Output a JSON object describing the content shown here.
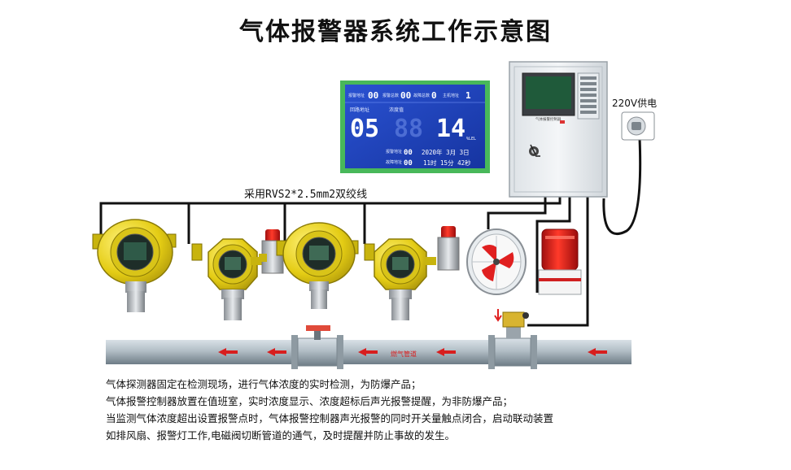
{
  "title": "气体报警器系统工作示意图",
  "cable_label": "采用RVS2*2.5mm2双绞线",
  "power_label": "220V供电",
  "lcd": {
    "top_labels": [
      "报警地址",
      "报警总数",
      "故障总数",
      "主机地址"
    ],
    "top_values": [
      "00",
      "00",
      "0",
      "1"
    ],
    "addr_label": "回路地址",
    "conc_label": "浓度值",
    "big_addr": "05",
    "big_conc": "14",
    "unit": "%LEL",
    "row1_label": "报警地址",
    "row1_addr": "00",
    "row1_date": "2020年 3月 3日",
    "row2_label": "故障地址",
    "row2_addr": "00",
    "row2_time": "11时 15分 42秒"
  },
  "cabinet_label": "气体报警控制器",
  "pipe_label": "燃气管道",
  "description": [
    "气体探测器固定在检测现场，进行气体浓度的实时检测，为防爆产品；",
    "气体报警控制器放置在值班室，实时浓度显示、浓度超标后声光报警提醒，为非防爆产品；",
    "当监测气体浓度超出设置报警点时，气体报警控制器声光报警的同时开关量触点闭合，启动联动装置",
    "如排风扇、报警灯工作,电磁阀切断管道的通气，及时提醒并防止事故的发生。"
  ],
  "colors": {
    "lcd_bg": "#1b3fb8",
    "lcd_frame": "#48b85a",
    "detector_yellow": "#e8d21a",
    "alarm_red": "#e02020",
    "pipe": "#a8b4bc",
    "arrow": "#d81e1e"
  }
}
